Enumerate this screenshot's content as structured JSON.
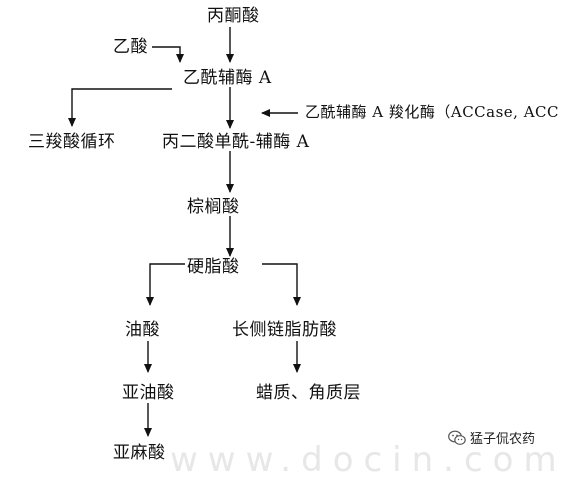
{
  "nodes": {
    "pyruvate": "丙酮酸",
    "acetate": "乙酸",
    "acetyl_coa": "乙酰辅酶 A",
    "accase": "乙酰辅酶 A 羧化酶（ACCase, ACC",
    "tca_cycle": "三羧酸循环",
    "malonyl_coa": "丙二酸单酰-辅酶 A",
    "palmitic": "棕榈酸",
    "stearic": "硬脂酸",
    "oleic": "油酸",
    "lcfa": "长侧链脂肪酸",
    "linoleic": "亚油酸",
    "wax": "蜡质、角质层",
    "linolenic": "亚麻酸"
  },
  "watermark": "www.docin.com",
  "badge": {
    "icon": "wechat-icon",
    "text": "猛子侃农药"
  }
}
